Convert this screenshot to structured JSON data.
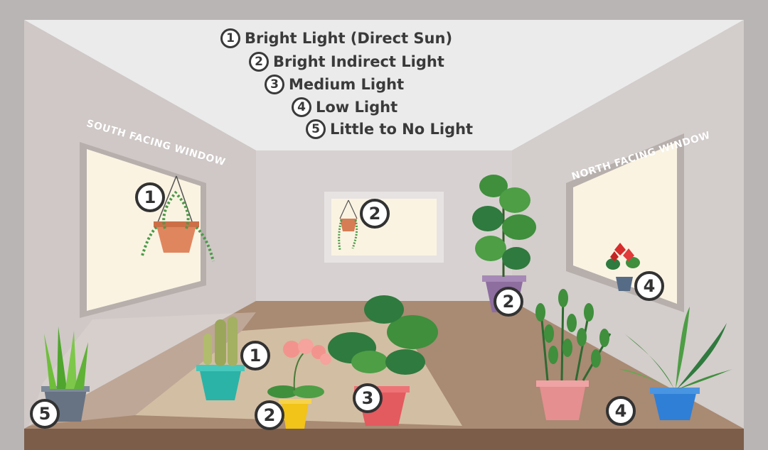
{
  "legend": [
    {
      "num": "1",
      "label": "Bright Light (Direct Sun)"
    },
    {
      "num": "2",
      "label": "Bright Indirect Light"
    },
    {
      "num": "3",
      "label": "Medium Light"
    },
    {
      "num": "4",
      "label": "Low Light"
    },
    {
      "num": "5",
      "label": "Little to No Light"
    }
  ],
  "windows": {
    "south": "SOUTH FACING WINDOW",
    "north": "NORTH FACING WINDOW"
  },
  "badges": {
    "hanging_south": "1",
    "hanging_back": "2",
    "fiddle_leaf": "2",
    "anthurium": "4",
    "snake_plant": "5",
    "cactus": "1",
    "orchid": "2",
    "monstera": "3",
    "zz_plant": "4",
    "birds_nest": "4"
  },
  "colors": {
    "ceiling": "#e9e9e9",
    "wall_back": "#d5d0cf",
    "wall_side": "#cdc6c4",
    "floor": "#a98b74",
    "window_glass": "#fbf5e6",
    "leaf_dark": "#2f7a3e",
    "leaf_mid": "#4c9a4c",
    "leaf_light": "#7dc250"
  }
}
